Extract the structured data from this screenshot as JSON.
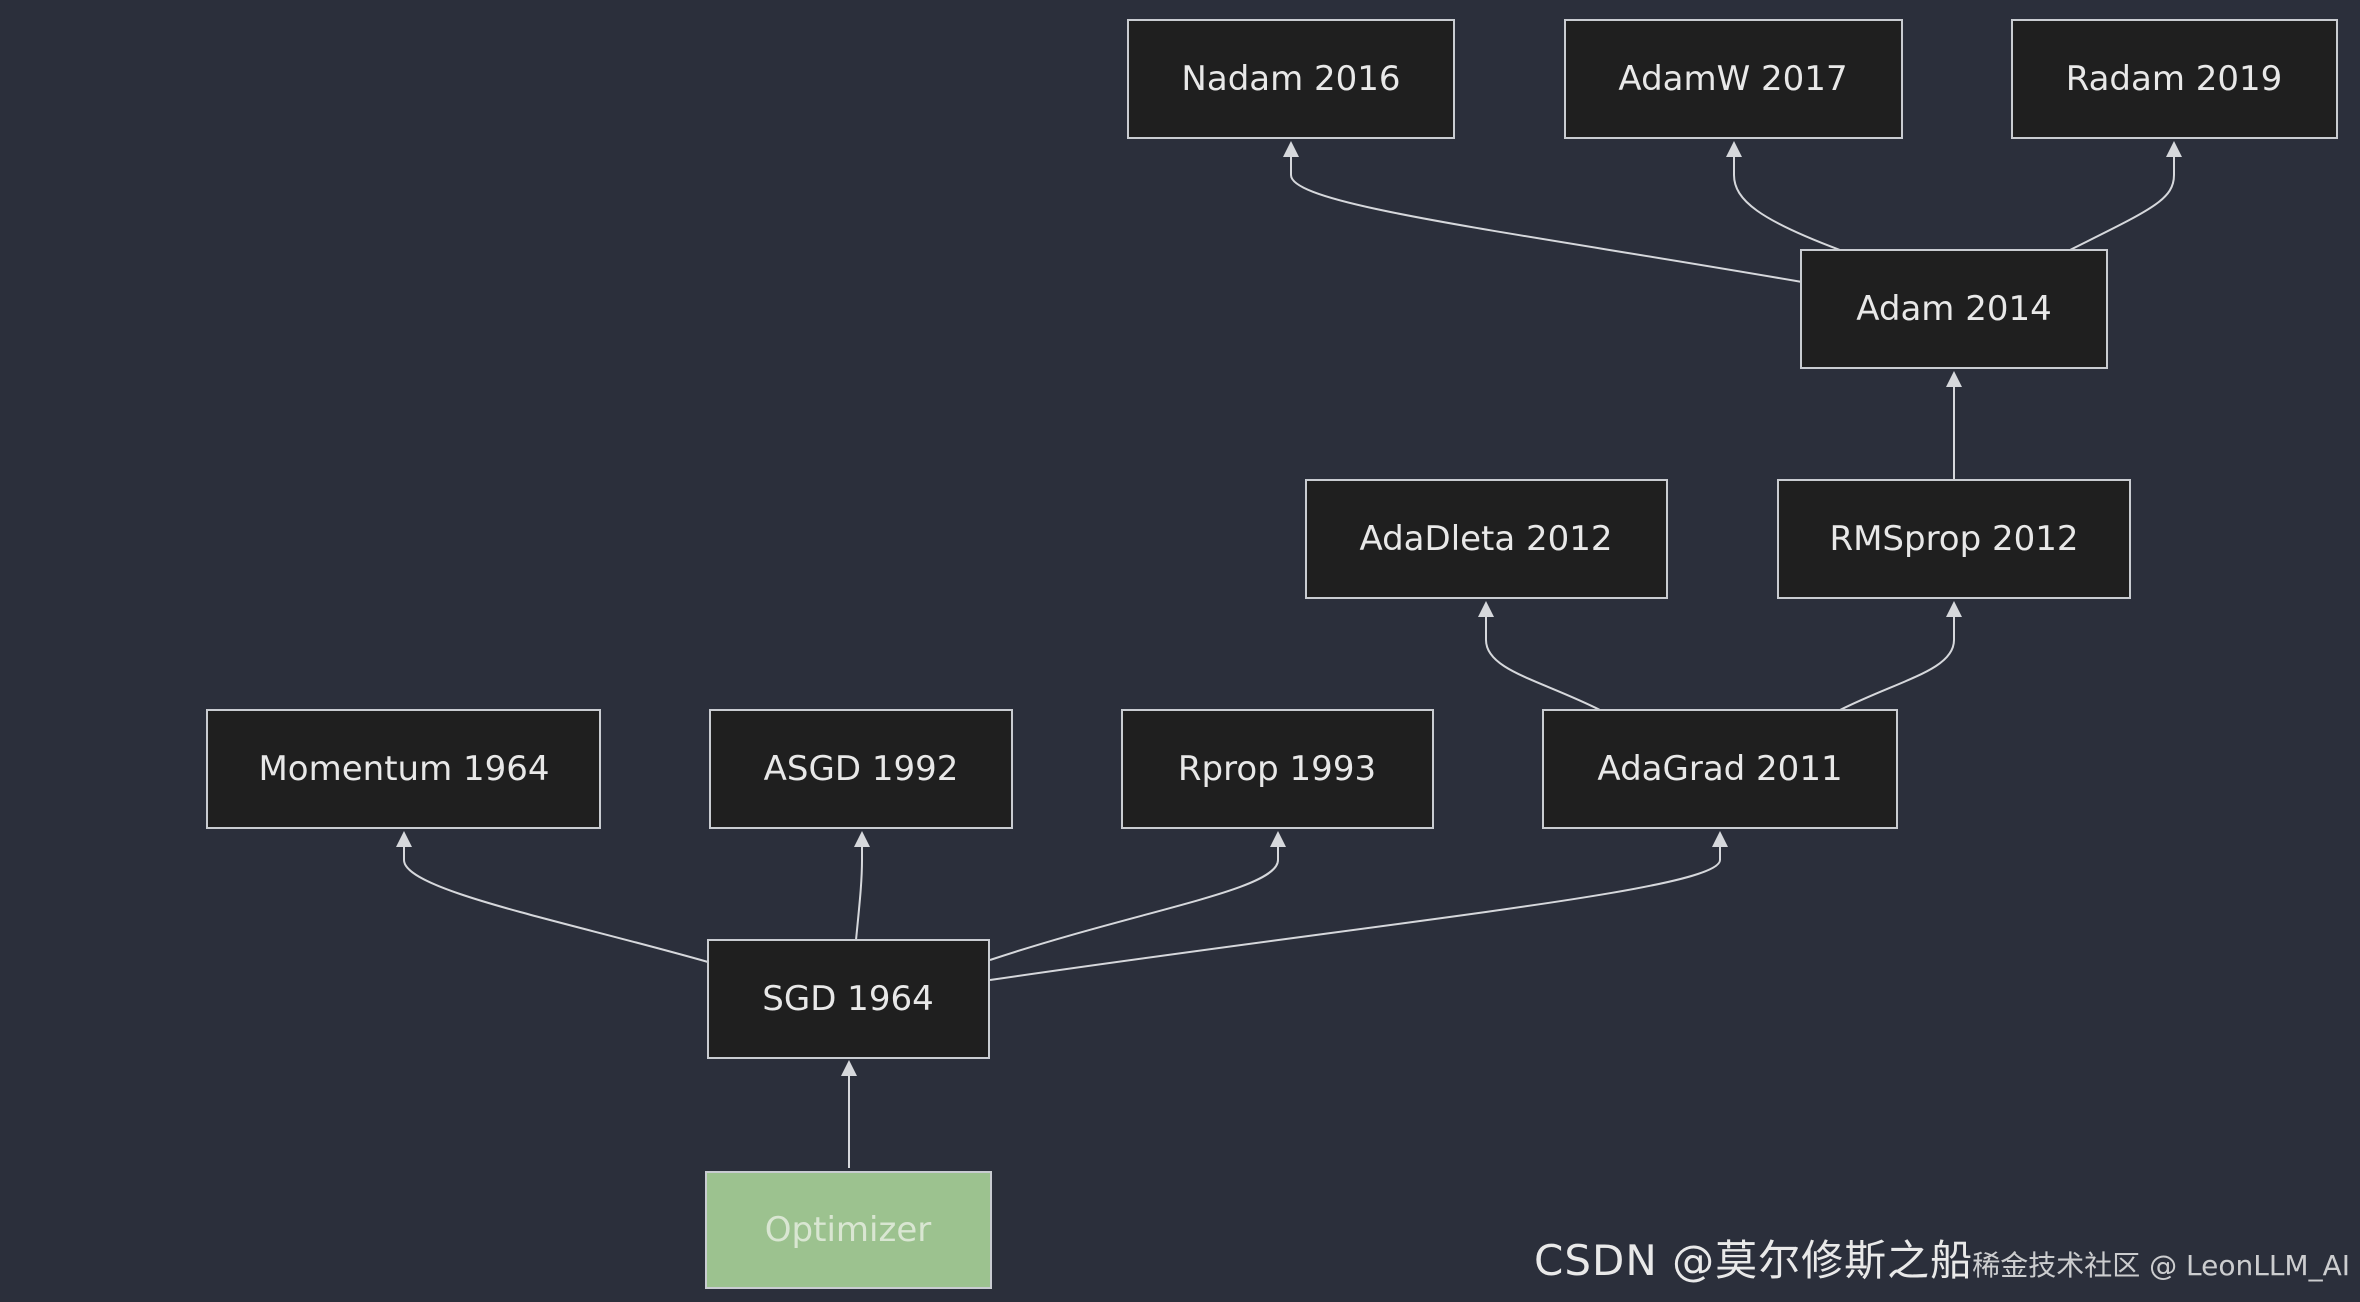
{
  "colors": {
    "background": "#2b2f3b",
    "node_fill": "#1f1f1f",
    "node_stroke": "#c9ccd1",
    "root_fill": "#9cc28f",
    "text": "#e8e8e8",
    "edge": "#d6d8dc"
  },
  "nodes": {
    "optimizer": "Optimizer",
    "sgd": "SGD 1964",
    "momentum": "Momentum 1964",
    "asgd": "ASGD 1992",
    "rprop": "Rprop 1993",
    "adagrad": "AdaGrad 2011",
    "adadleta": "AdaDleta 2012",
    "rmsprop": "RMSprop 2012",
    "adam": "Adam 2014",
    "nadam": "Nadam 2016",
    "adamw": "AdamW 2017",
    "radam": "Radam 2019"
  },
  "edges": [
    {
      "from": "optimizer",
      "to": "sgd"
    },
    {
      "from": "sgd",
      "to": "momentum"
    },
    {
      "from": "sgd",
      "to": "asgd"
    },
    {
      "from": "sgd",
      "to": "rprop"
    },
    {
      "from": "sgd",
      "to": "adagrad"
    },
    {
      "from": "adagrad",
      "to": "adadleta"
    },
    {
      "from": "adagrad",
      "to": "rmsprop"
    },
    {
      "from": "rmsprop",
      "to": "adam"
    },
    {
      "from": "adam",
      "to": "nadam"
    },
    {
      "from": "adam",
      "to": "adamw"
    },
    {
      "from": "adam",
      "to": "radam"
    }
  ],
  "watermark": {
    "brand": "CSDN @莫尔修斯之船",
    "community": "稀金技术社区 @ LeonLLM_AI"
  }
}
